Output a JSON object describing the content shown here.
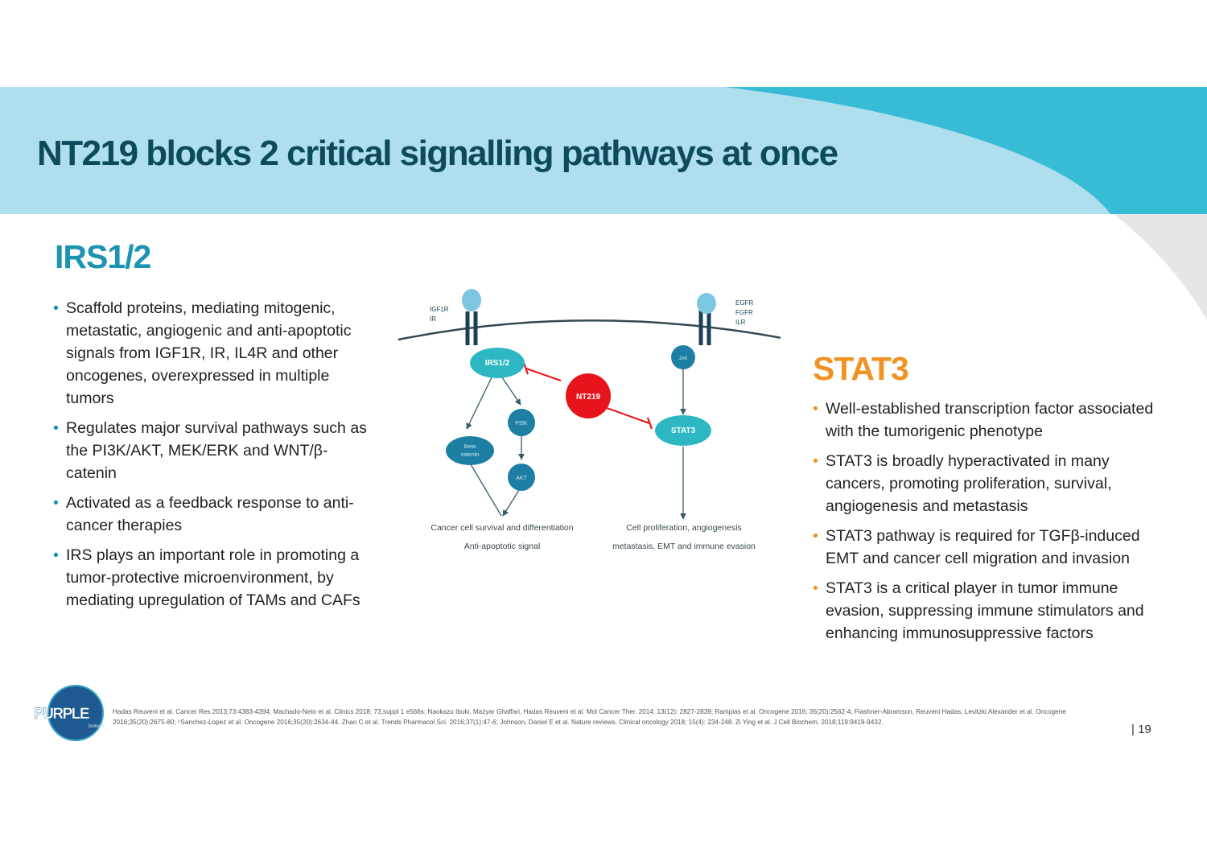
{
  "slide": {
    "title": "NT219 blocks 2 critical signalling pathways at once",
    "page_number": "| 19"
  },
  "colors": {
    "banner_light": "#afdfee",
    "banner_swoosh": "#38bcd6",
    "title": "#0d4a5c",
    "irs_accent": "#1c93b3",
    "stat_accent": "#f19324",
    "nt219_red": "#e8141b",
    "node_teal": "#1d7fa3",
    "node_light": "#2cb7c3",
    "logo_blue": "#1e5a8f"
  },
  "irs_section": {
    "heading": "IRS1/2",
    "bullets": [
      "Scaffold proteins, mediating mitogenic, metastatic, angiogenic and anti-apoptotic signals from IGF1R, IR, IL4R and other oncogenes, overexpressed in multiple tumors",
      "Regulates major survival pathways such as the PI3K/AKT, MEK/ERK and WNT/β-catenin",
      "Activated as a feedback response to anti-cancer therapies",
      "IRS plays an important role in promoting a tumor-protective microenvironment, by mediating upregulation of TAMs and CAFs"
    ]
  },
  "stat_section": {
    "heading": "STAT3",
    "bullets": [
      "Well-established transcription factor associated with the tumorigenic phenotype",
      "STAT3 is broadly hyperactivated in many cancers, promoting proliferation, survival, angiogenesis and metastasis",
      "STAT3 pathway is required for TGFβ-induced EMT and cancer cell migration and invasion",
      "STAT3 is a critical player in tumor immune evasion, suppressing immune stimulators and enhancing immunosuppressive factors"
    ]
  },
  "diagram": {
    "receptor_left_line1": "IGF1R",
    "receptor_left_line2": "IR",
    "receptor_right_line1": "EGFR",
    "receptor_right_line2": "FGFR",
    "receptor_right_line3": "ILR",
    "node_irs": "IRS1/2",
    "node_nt219": "NT219",
    "node_jak": "JAK",
    "node_stat3": "STAT3",
    "node_pi3k": "PI3K",
    "node_akt": "AKT",
    "node_beta_line1": "Beta",
    "node_beta_line2": "catenin",
    "outcome_left_line1": "Cancer cell survival and differentiation",
    "outcome_left_line2": "Anti-apoptotic signal",
    "outcome_right_line1": "Cell proliferation, angiogenesis",
    "outcome_right_line2": "metastasis, EMT and immune evasion"
  },
  "references": "Hadas Reuveni et al. Cancer Res 2013;73:4383-4394; Machado-Neto et al.  Clinics 2018; 73,suppl 1 e566s; Naokazu Ibuki, Mazyar Ghaffari, Hadas Reuveni et al. Mol Cancer Ther. 2014; 13(12): 2827-2839; Rampias et al. Oncogene 2016; 35(20):2562-4; Flashner-Abramson, Reuveni Hadas, Levitzki Alexander et al. Oncogene 2016;35(20):2675-80; ⁶Sanchez-Lopez et al. Oncogene 2016;35(20):2634-44. Zhao C et al. Trends Pharmacol Sci. 2016;37(1):47-6; Johnson, Daniel E et al. Nature reviews. Clinical oncology 2018; 15(4): 234-248. Zi Ying et al. J Cell Biochem. 2018;119:9419-9432.",
  "logo": {
    "text": "PURPLE",
    "subtext": "biotech"
  }
}
